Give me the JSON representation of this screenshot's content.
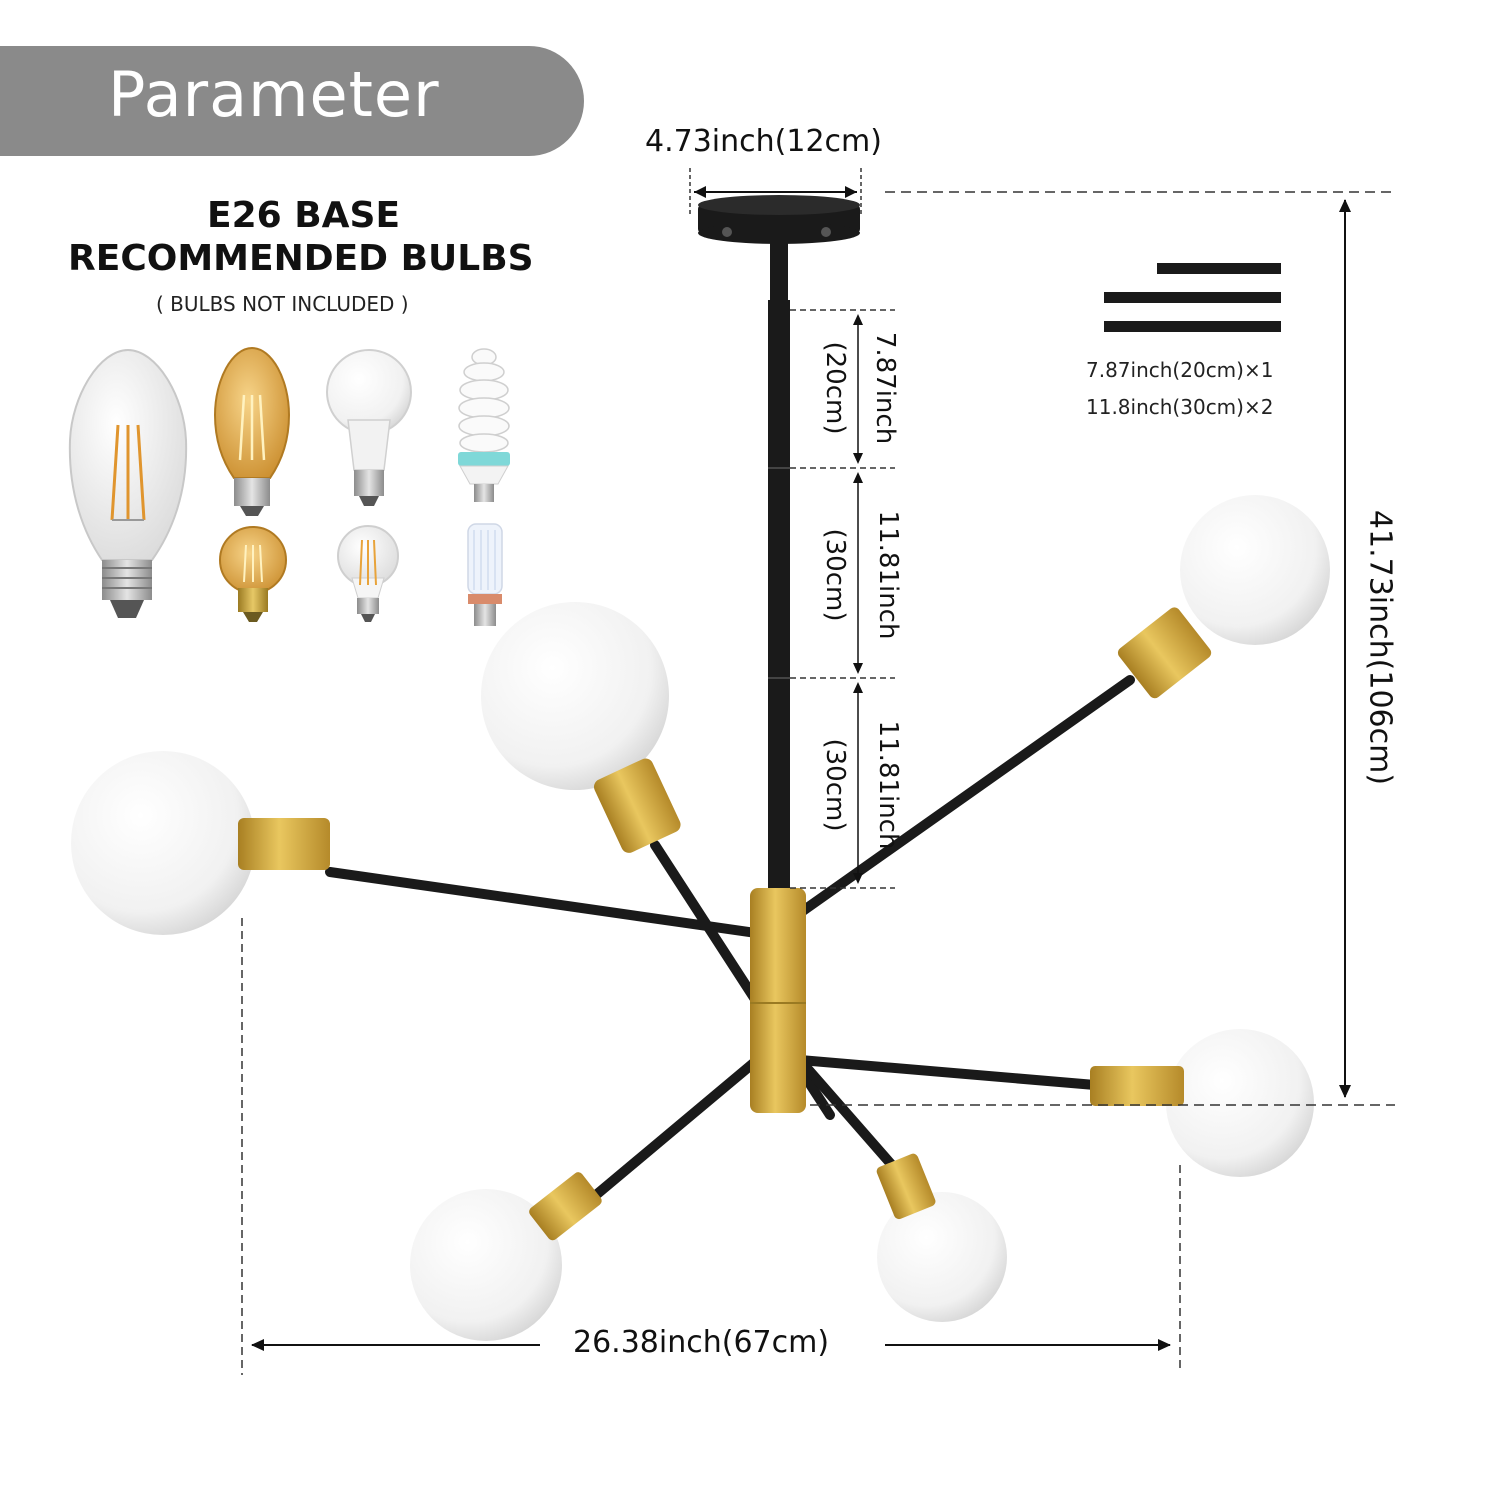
{
  "header": {
    "title": "Parameter"
  },
  "bulbs_panel": {
    "line1": "E26 BASE",
    "line2": "RECOMMENDED BULBS",
    "note": "( BULBS NOT INCLUDED )",
    "bulb_icons": [
      "edison-clear-icon",
      "edison-amber-icon",
      "a19-frosted-icon",
      "spiral-cfl-icon",
      "g16-amber-icon",
      "a19-clear-icon",
      "corn-led-icon"
    ]
  },
  "dimensions": {
    "canopy_width": "4.73inch(12cm)",
    "total_height": "41.73inch(106cm)",
    "total_width": "26.38inch(67cm)",
    "rod_segment_1_inch": "7.87inch",
    "rod_segment_1_cm": "(20cm)",
    "rod_segment_2_inch": "11.81inch",
    "rod_segment_2_cm": "(30cm)",
    "rod_segment_3_inch": "11.81inch",
    "rod_segment_3_cm": "(30cm)"
  },
  "rod_legend": {
    "line1": "7.87inch(20cm)×1",
    "line2": "11.8inch(30cm)×2"
  },
  "colors": {
    "header_bg": "#8a8a8a",
    "fixture_black": "#1a1a1a",
    "fixture_gold": "#c9a13a",
    "globe_white": "#f4f4f4"
  }
}
